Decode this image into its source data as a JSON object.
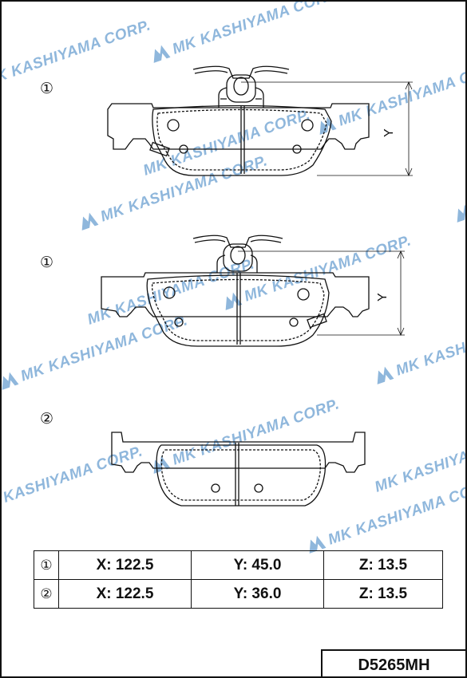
{
  "watermarks": [
    "MK KASHIYAMA CORP.",
    "MK KASHIYAMA CORP.",
    "MK KASHIYAMA CORP.",
    "MK KASHIYAMA CORP.",
    "MK KASHIYAMA CORP.",
    "MK KASHIYAMA CORP.",
    "MK KASHIYAMA CORP.",
    "MK KASHIYAMA CORP.",
    "MK KASHIYAMA CORP.",
    "MK KASHIYAMA CORP.",
    "MK KASHIYAMA CORP.",
    "MK KASHIYAMA CORP.",
    "MK KASHIYAMA CORP."
  ],
  "markers": {
    "pad1": "①",
    "pad2": "①",
    "pad3": "②"
  },
  "dimension_label": "Y",
  "specs": [
    {
      "index": "①",
      "x": "X: 122.5",
      "y": "Y: 45.0",
      "z": "Z: 13.5"
    },
    {
      "index": "②",
      "x": "X: 122.5",
      "y": "Y: 36.0",
      "z": "Z: 13.5"
    }
  ],
  "part_number": "D5265MH",
  "colors": {
    "line": "#111111",
    "watermark": "#8fb7dc"
  }
}
